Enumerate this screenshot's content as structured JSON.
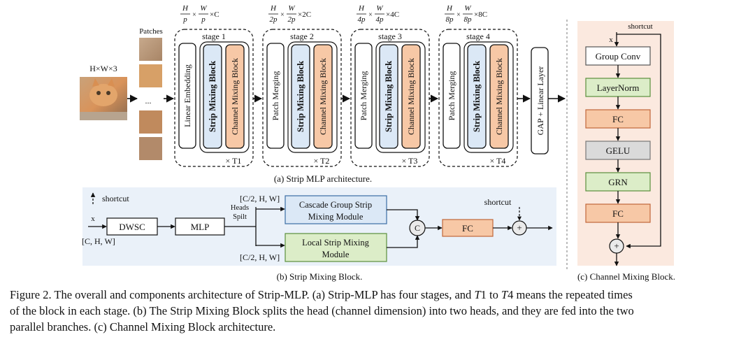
{
  "input": {
    "size_label": "H×W×3",
    "patches_label": "Patches",
    "ellipsis": "..."
  },
  "stages": [
    {
      "dim_h": "H",
      "dim_h_den": "p",
      "dim_w": "W",
      "dim_w_den": "p",
      "dim_c": "×C",
      "times": "×",
      "name": "stage 1",
      "first_block": "Linear Embedding",
      "repeat": "× T1"
    },
    {
      "dim_h": "H",
      "dim_h_den": "2p",
      "dim_w": "W",
      "dim_w_den": "2p",
      "dim_c": "×2C",
      "times": "×",
      "name": "stage 2",
      "first_block": "Patch Merging",
      "repeat": "× T2"
    },
    {
      "dim_h": "H",
      "dim_h_den": "4p",
      "dim_w": "W",
      "dim_w_den": "4p",
      "dim_c": "×4C",
      "times": "×",
      "name": "stage 3",
      "first_block": "Patch Merging",
      "repeat": "× T3"
    },
    {
      "dim_h": "H",
      "dim_h_den": "8p",
      "dim_w": "W",
      "dim_w_den": "8p",
      "dim_c": "×8C",
      "times": "×",
      "name": "stage 4",
      "first_block": "Patch Merging",
      "repeat": "× T4"
    }
  ],
  "blocks": {
    "strip": "Strip Mixing Block",
    "channel": "Channel Mixing Block",
    "head": "GAP + Linear Layer"
  },
  "labels": {
    "a": "(a) Strip MLP architecture.",
    "b": "(b) Strip Mixing Block.",
    "c": "(c) Channel Mixing Block."
  },
  "smb": {
    "shortcut": "shortcut",
    "x": "x",
    "input_dims": "[C, H, W]",
    "dwsc": "DWSC",
    "mlp": "MLP",
    "heads_line1": "Heads",
    "heads_line2": "Spilt",
    "top_dims": "[C/2, H, W]",
    "bottom_dims": "[C/2, H, W]",
    "cascade_line1": "Cascade Group Strip",
    "cascade_line2": "Mixing Module",
    "local_line1": "Local Strip Mixing",
    "local_line2": "Module",
    "concat": "C",
    "fc": "FC",
    "plus": "+",
    "shortcut_right": "shortcut"
  },
  "cmb": {
    "shortcut": "shortcut",
    "x": "x",
    "layers": [
      "Group Conv",
      "LayerNorm",
      "FC",
      "GELU",
      "GRN",
      "FC"
    ],
    "plus": "+"
  },
  "caption": {
    "l1_a": "Figure 2. The overall and components architecture of Strip-MLP. (a) Strip-MLP has four stages, and ",
    "t1": "T",
    "n1": "1",
    "l1_b": " to ",
    "t4": "T",
    "n4": "4",
    "l1_c": " means the repeated times",
    "l2": "of the block in each stage. (b) The Strip Mixing Block splits the head (channel dimension) into two heads, and they are fed into the two",
    "l3": "parallel branches. (c) Channel Mixing Block architecture."
  },
  "colors": {
    "blue_panel": "#eaf1f9",
    "peach_panel": "#fbe9df",
    "orange": "#f7c8a6",
    "green": "#dcedc8",
    "gray": "#dadada",
    "blue_box": "#dbe8f6",
    "white_box": "#ffffff"
  }
}
